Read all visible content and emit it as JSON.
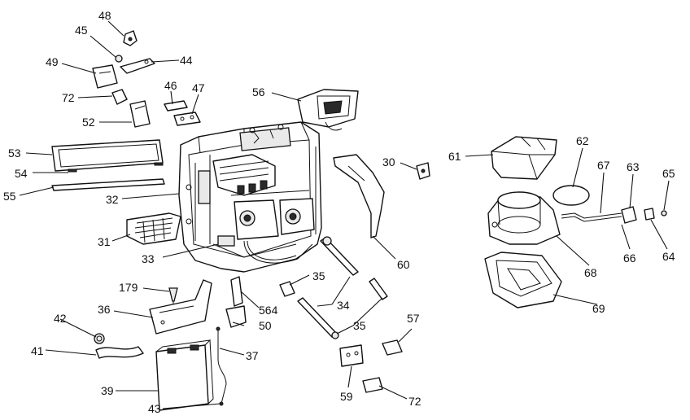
{
  "callouts": [
    {
      "id": "c48",
      "text": "48"
    },
    {
      "id": "c45",
      "text": "45"
    },
    {
      "id": "c44",
      "text": "44"
    },
    {
      "id": "c49",
      "text": "49"
    },
    {
      "id": "c72a",
      "text": "72"
    },
    {
      "id": "c46",
      "text": "46"
    },
    {
      "id": "c47",
      "text": "47"
    },
    {
      "id": "c56",
      "text": "56"
    },
    {
      "id": "c52",
      "text": "52"
    },
    {
      "id": "c53",
      "text": "53"
    },
    {
      "id": "c54",
      "text": "54"
    },
    {
      "id": "c55",
      "text": "55"
    },
    {
      "id": "c32",
      "text": "32"
    },
    {
      "id": "c31",
      "text": "31"
    },
    {
      "id": "c33",
      "text": "33"
    },
    {
      "id": "c30",
      "text": "30"
    },
    {
      "id": "c60",
      "text": "60"
    },
    {
      "id": "c61",
      "text": "61"
    },
    {
      "id": "c62",
      "text": "62"
    },
    {
      "id": "c67",
      "text": "67"
    },
    {
      "id": "c63",
      "text": "63"
    },
    {
      "id": "c65",
      "text": "65"
    },
    {
      "id": "c68",
      "text": "68"
    },
    {
      "id": "c66",
      "text": "66"
    },
    {
      "id": "c64",
      "text": "64"
    },
    {
      "id": "c69",
      "text": "69"
    },
    {
      "id": "c179",
      "text": "179"
    },
    {
      "id": "c36",
      "text": "36"
    },
    {
      "id": "c42",
      "text": "42"
    },
    {
      "id": "c41",
      "text": "41"
    },
    {
      "id": "c39",
      "text": "39"
    },
    {
      "id": "c43",
      "text": "43"
    },
    {
      "id": "c37",
      "text": "37"
    },
    {
      "id": "c50",
      "text": "50"
    },
    {
      "id": "c564",
      "text": "564"
    },
    {
      "id": "c35a",
      "text": "35"
    },
    {
      "id": "c34",
      "text": "34"
    },
    {
      "id": "c35b",
      "text": "35"
    },
    {
      "id": "c57",
      "text": "57"
    },
    {
      "id": "c59",
      "text": "59"
    },
    {
      "id": "c72b",
      "text": "72"
    }
  ]
}
